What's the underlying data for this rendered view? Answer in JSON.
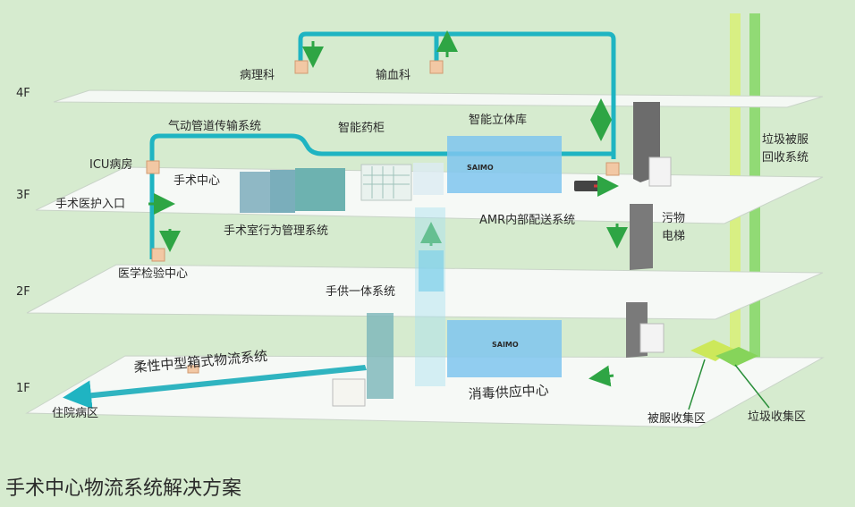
{
  "floors": [
    "4F",
    "3F",
    "2F",
    "1F"
  ],
  "labels": {
    "pathology": "病理科",
    "blood_transfusion": "输血科",
    "pneumatic_tube": "气动管道传输系统",
    "smart_cabinet": "智能药柜",
    "smart_warehouse": "智能立体库",
    "icu": "ICU病房",
    "surgery_center": "手术中心",
    "staff_entrance": "手术医护入口",
    "or_behavior": "手术室行为管理系统",
    "amr": "AMR内部配送系统",
    "dirty_elevator": "污物电梯",
    "waste_linen": "垃圾被服回收系统",
    "lab_center": "医学检验中心",
    "supply_system": "手供一体系统",
    "box_logistics": "柔性中型箱式物流系统",
    "sterile_supply": "消毒供应中心",
    "inpatient": "住院病区",
    "linen_area": "被服收集区",
    "waste_area": "垃圾收集区",
    "brand": "SAIMO"
  },
  "title": "手术中心物流系统解决方案",
  "colors": {
    "background": "#d6ebcf",
    "pipe": "#1fb4c2",
    "arrow": "#2ea544",
    "linen_chute": "#d8ef7a",
    "waste_chute": "#8ad86a",
    "station": "#f2c8a4"
  }
}
